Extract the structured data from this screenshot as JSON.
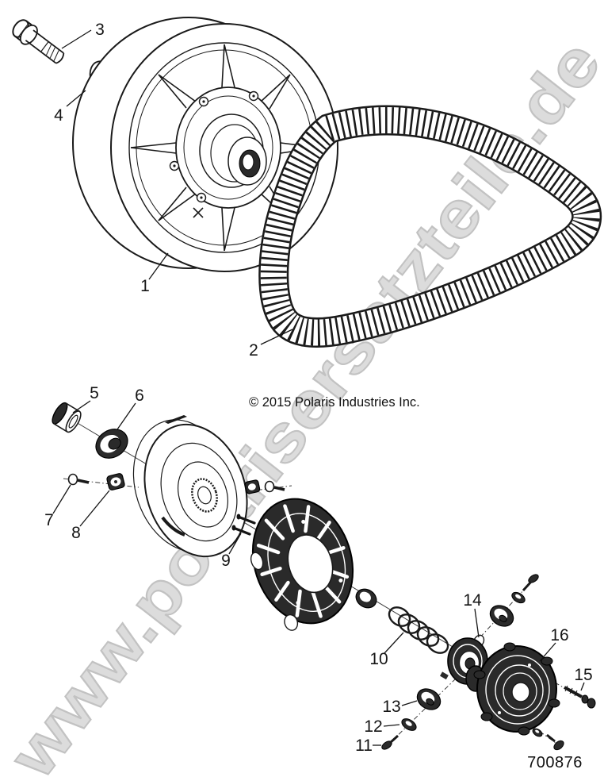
{
  "colors": {
    "background": "#ffffff",
    "line_art": "#1a1a1a",
    "watermark_fill": "#dcdcdc",
    "watermark_outline": "#c2c2c2"
  },
  "watermark": {
    "text": "www.polarisersatzteile.de"
  },
  "footer": {
    "copyright": "© 2015 Polaris Industries Inc.",
    "part_number": "700876"
  },
  "callouts": {
    "c1": "1",
    "c2": "2",
    "c3": "3",
    "c4": "4",
    "c5": "5",
    "c6": "6",
    "c7": "7",
    "c8": "8",
    "c9": "9",
    "c10": "10",
    "c11": "11",
    "c12": "12",
    "c13": "13",
    "c14": "14",
    "c15": "15",
    "c16": "16"
  }
}
